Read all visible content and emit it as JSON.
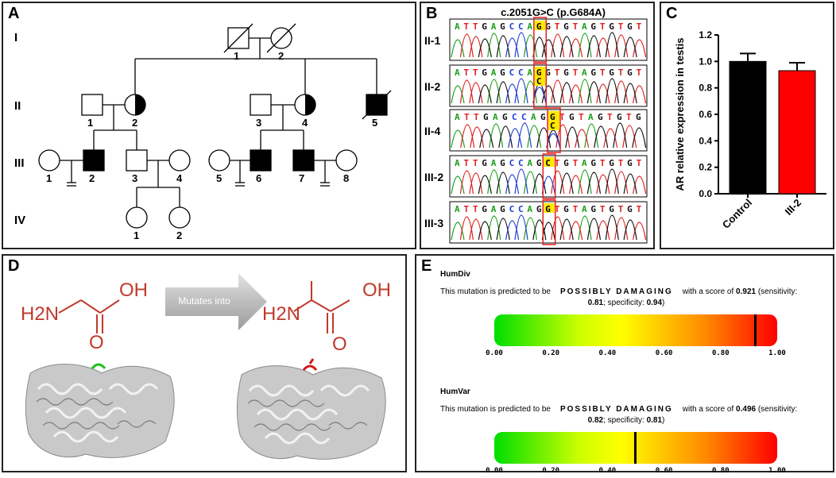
{
  "panel_labels": {
    "a": "A",
    "b": "B",
    "c": "C",
    "d": "D",
    "e": "E"
  },
  "pedigree": {
    "generations": [
      "I",
      "II",
      "III",
      "IV"
    ],
    "individuals": [
      {
        "id": "I-1",
        "label": "1",
        "sex": "male",
        "status": "deceased"
      },
      {
        "id": "I-2",
        "label": "2",
        "sex": "female",
        "status": "deceased"
      },
      {
        "id": "II-1",
        "label": "1",
        "sex": "male",
        "status": "unaffected"
      },
      {
        "id": "II-2",
        "label": "2",
        "sex": "female",
        "status": "carrier"
      },
      {
        "id": "II-3",
        "label": "3",
        "sex": "male",
        "status": "unaffected"
      },
      {
        "id": "II-4",
        "label": "4",
        "sex": "female",
        "status": "carrier"
      },
      {
        "id": "II-5",
        "label": "5",
        "sex": "male",
        "status": "affected-deceased"
      },
      {
        "id": "III-1",
        "label": "1",
        "sex": "female",
        "status": "unaffected"
      },
      {
        "id": "III-2",
        "label": "2",
        "sex": "male",
        "status": "affected"
      },
      {
        "id": "III-3",
        "label": "3",
        "sex": "male",
        "status": "unaffected"
      },
      {
        "id": "III-4",
        "label": "4",
        "sex": "female",
        "status": "unaffected"
      },
      {
        "id": "III-5",
        "label": "5",
        "sex": "female",
        "status": "unaffected"
      },
      {
        "id": "III-6",
        "label": "6",
        "sex": "male",
        "status": "affected"
      },
      {
        "id": "III-7",
        "label": "7",
        "sex": "male",
        "status": "affected"
      },
      {
        "id": "III-8",
        "label": "8",
        "sex": "female",
        "status": "unaffected"
      },
      {
        "id": "IV-1",
        "label": "1",
        "sex": "female",
        "status": "unaffected"
      },
      {
        "id": "IV-2",
        "label": "2",
        "sex": "female",
        "status": "unaffected"
      }
    ]
  },
  "sequencing": {
    "title": "c.2051G>C (p.G684A)",
    "rows": [
      {
        "label": "II-1",
        "seq": [
          "A",
          "T",
          "T",
          "G",
          "A",
          "G",
          "C",
          "C",
          "A",
          "G",
          "G",
          "T",
          "G",
          "T",
          "A",
          "G",
          "T",
          "G",
          "T",
          "G",
          "T"
        ],
        "mut_index": 9,
        "mut_bases": [
          "G"
        ]
      },
      {
        "label": "II-2",
        "seq": [
          "A",
          "T",
          "T",
          "G",
          "A",
          "G",
          "C",
          "C",
          "A",
          "G",
          "G",
          "T",
          "G",
          "T",
          "A",
          "G",
          "T",
          "G",
          "T",
          "G",
          "T"
        ],
        "mut_index": 9,
        "mut_bases": [
          "G",
          "C"
        ]
      },
      {
        "label": "II-4",
        "seq": [
          "A",
          "T",
          "T",
          "G",
          "A",
          "G",
          "C",
          "C",
          "A",
          "G",
          "G",
          "T",
          "G",
          "T",
          "A",
          "G",
          "T",
          "G",
          "T",
          "G"
        ],
        "mut_index": 10,
        "mut_bases": [
          "G",
          "C"
        ]
      },
      {
        "label": "III-2",
        "seq": [
          "A",
          "T",
          "T",
          "G",
          "A",
          "G",
          "C",
          "C",
          "A",
          "G",
          "C",
          "T",
          "G",
          "T",
          "A",
          "G",
          "T",
          "G",
          "T",
          "G",
          "T"
        ],
        "mut_index": 10,
        "mut_bases": [
          "C"
        ]
      },
      {
        "label": "III-3",
        "seq": [
          "A",
          "T",
          "T",
          "G",
          "A",
          "G",
          "C",
          "C",
          "A",
          "G",
          "G",
          "T",
          "G",
          "T",
          "A",
          "G",
          "T",
          "G",
          "T",
          "G",
          "T"
        ],
        "mut_index": 10,
        "mut_bases": [
          "G"
        ]
      }
    ],
    "base_colors": {
      "A": "#1a9e1a",
      "T": "#e02020",
      "G": "#111111",
      "C": "#1f3fd0"
    }
  },
  "chart_data": {
    "type": "bar",
    "categories": [
      "Control",
      "III-2"
    ],
    "values": [
      1.0,
      0.93
    ],
    "errors": [
      0.06,
      0.06
    ],
    "colors": [
      "#000000",
      "#ff0000"
    ],
    "ylabel": "AR relative expression in testis",
    "ylim": [
      0,
      1.2
    ],
    "yticks": [
      "0.0",
      "0.2",
      "0.4",
      "0.6",
      "0.8",
      "1.0",
      "1.2"
    ]
  },
  "mutation": {
    "arrow_label": "Mutates into",
    "left_amine": "H2N",
    "left_acid": "OH",
    "left_oxygen": "O",
    "right_amine": "H2N",
    "right_acid": "OH",
    "right_oxygen": "O"
  },
  "polyphen": {
    "blocks": [
      {
        "title": "HumDiv",
        "prefix": "This mutation is predicted to be",
        "prediction": "POSSIBLY DAMAGING",
        "score_text": "with a score of",
        "score": "0.921",
        "sens_label": "(sensitivity:",
        "sens": "0.81",
        "spec_label": "; specificity:",
        "spec": "0.94",
        "close": ")",
        "score_value": 0.921
      },
      {
        "title": "HumVar",
        "prefix": "This mutation is predicted to be",
        "prediction": "POSSIBLY DAMAGING",
        "score_text": "with a score of",
        "score": "0.496",
        "sens_label": "(sensitivity:",
        "sens": "0.82",
        "spec_label": "; specificity:",
        "spec": "0.81",
        "close": ")",
        "score_value": 0.496
      }
    ],
    "scale_ticks": [
      "0.00",
      "0.20",
      "0.40",
      "0.60",
      "0.80",
      "1.00"
    ]
  }
}
